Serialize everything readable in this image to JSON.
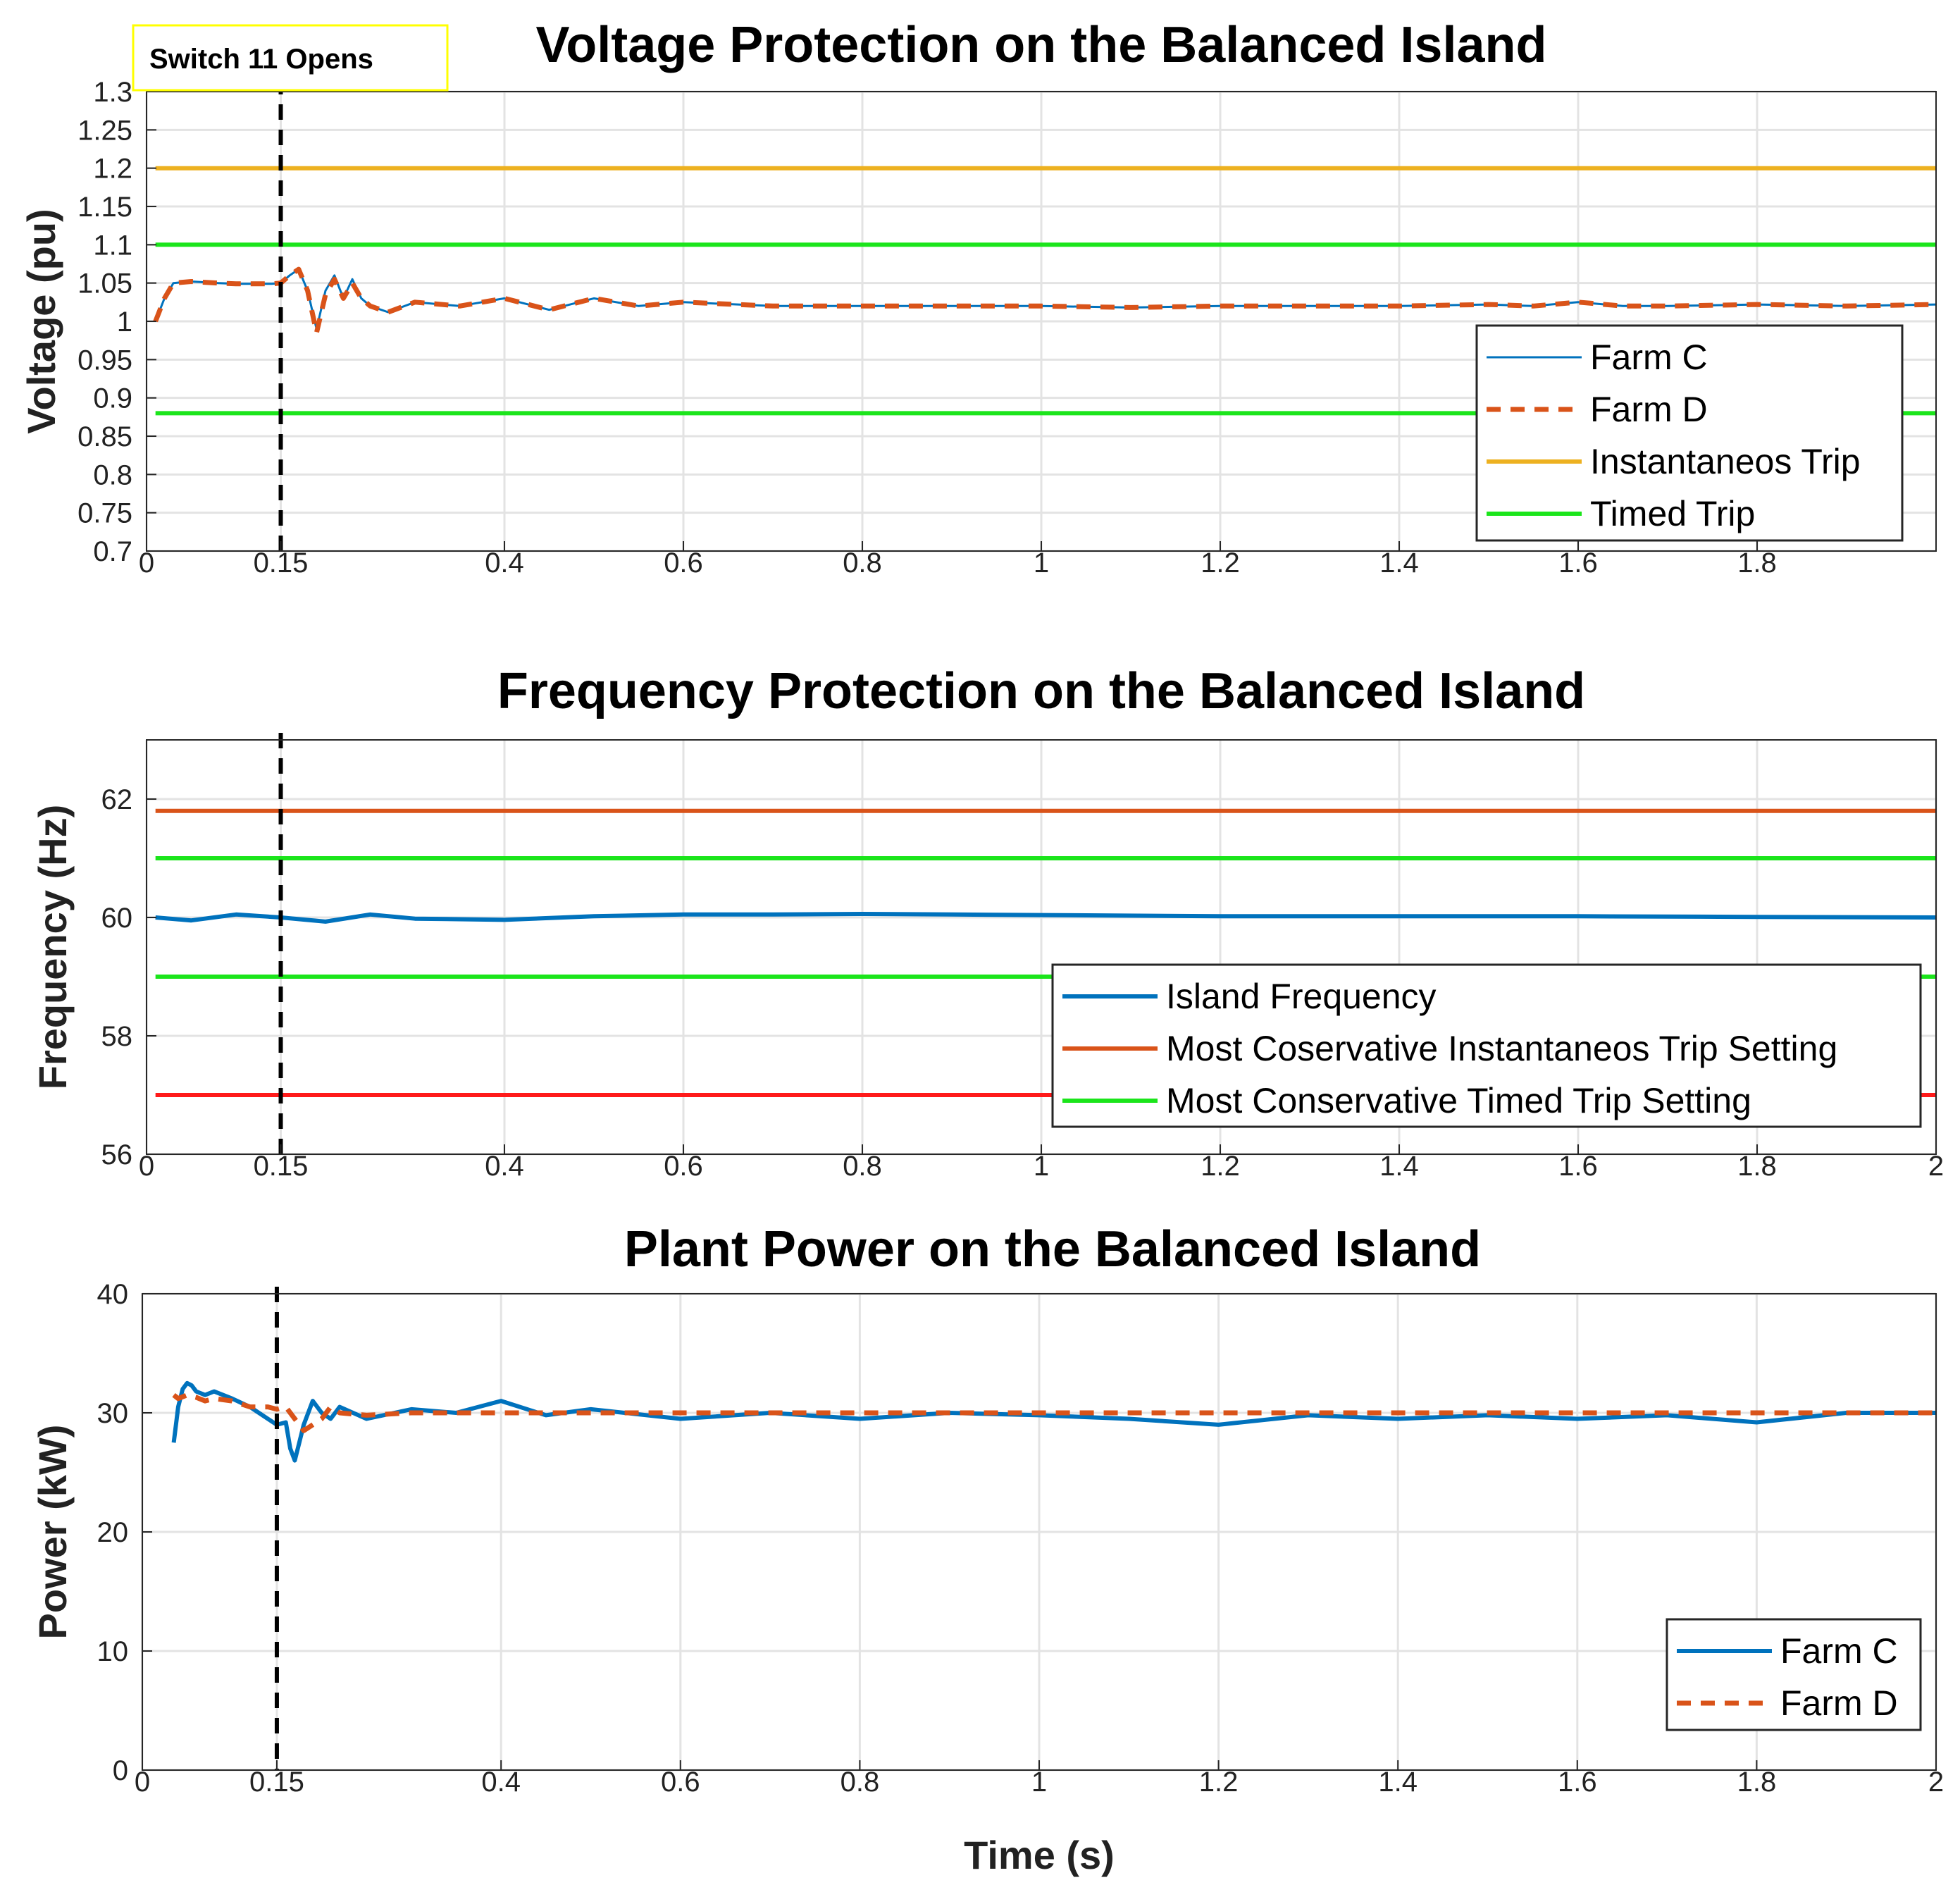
{
  "chart_data": [
    {
      "type": "line",
      "title": "Voltage Protection on the Balanced Island",
      "xlabel": "",
      "ylabel": "Voltage (pu)",
      "xlim": [
        0,
        2
      ],
      "ylim": [
        0.7,
        1.3
      ],
      "xticks": [
        0,
        0.15,
        0.4,
        0.6,
        0.8,
        1,
        1.2,
        1.4,
        1.6,
        1.8
      ],
      "xtick_labels": [
        "0",
        "0.15",
        "0.4",
        "0.6",
        "0.8",
        "1",
        "1.2",
        "1.4",
        "1.6",
        "1.8"
      ],
      "yticks": [
        0.7,
        0.75,
        0.8,
        0.85,
        0.9,
        0.95,
        1,
        1.05,
        1.1,
        1.15,
        1.2,
        1.25,
        1.3
      ],
      "ytick_labels": [
        "0.7",
        "0.75",
        "0.8",
        "0.85",
        "0.9",
        "0.95",
        "1",
        "1.05",
        "1.1",
        "1.15",
        "1.2",
        "1.25",
        "1.3"
      ],
      "grid": true,
      "legend_position": "right",
      "event_line": {
        "x": 0.15,
        "label": "Switch 11 Opens"
      },
      "series": [
        {
          "name": "Farm C",
          "style": "solid-thin",
          "color": "#0072BD",
          "x": [
            0.01,
            0.02,
            0.03,
            0.05,
            0.08,
            0.1,
            0.12,
            0.14,
            0.15,
            0.16,
            0.17,
            0.18,
            0.19,
            0.2,
            0.21,
            0.22,
            0.23,
            0.24,
            0.25,
            0.27,
            0.3,
            0.35,
            0.4,
            0.45,
            0.5,
            0.55,
            0.6,
            0.7,
            0.8,
            0.9,
            1.0,
            1.1,
            1.2,
            1.3,
            1.4,
            1.5,
            1.55,
            1.6,
            1.65,
            1.7,
            1.8,
            1.9,
            2.0
          ],
          "y": [
            1.0,
            1.03,
            1.05,
            1.052,
            1.05,
            1.049,
            1.049,
            1.049,
            1.05,
            1.06,
            1.068,
            1.04,
            0.99,
            1.04,
            1.06,
            1.03,
            1.055,
            1.03,
            1.02,
            1.012,
            1.025,
            1.02,
            1.03,
            1.015,
            1.03,
            1.02,
            1.025,
            1.02,
            1.02,
            1.02,
            1.02,
            1.018,
            1.02,
            1.02,
            1.02,
            1.022,
            1.02,
            1.025,
            1.02,
            1.02,
            1.022,
            1.02,
            1.022
          ]
        },
        {
          "name": "Farm D",
          "style": "dashed",
          "color": "#D95319",
          "x": [
            0.01,
            0.02,
            0.03,
            0.05,
            0.08,
            0.1,
            0.12,
            0.14,
            0.15,
            0.16,
            0.17,
            0.18,
            0.19,
            0.2,
            0.21,
            0.22,
            0.23,
            0.24,
            0.25,
            0.27,
            0.3,
            0.35,
            0.4,
            0.45,
            0.5,
            0.55,
            0.6,
            0.7,
            0.8,
            0.9,
            1.0,
            1.1,
            1.2,
            1.3,
            1.4,
            1.5,
            1.55,
            1.6,
            1.65,
            1.7,
            1.8,
            1.9,
            2.0
          ],
          "y": [
            1.0,
            1.03,
            1.05,
            1.052,
            1.05,
            1.049,
            1.049,
            1.049,
            1.05,
            1.06,
            1.068,
            1.04,
            0.985,
            1.035,
            1.055,
            1.03,
            1.05,
            1.03,
            1.02,
            1.012,
            1.025,
            1.02,
            1.03,
            1.015,
            1.03,
            1.02,
            1.025,
            1.02,
            1.02,
            1.02,
            1.02,
            1.018,
            1.02,
            1.02,
            1.02,
            1.022,
            1.02,
            1.025,
            1.02,
            1.02,
            1.022,
            1.02,
            1.022
          ]
        },
        {
          "name": "Instantaneos Trip",
          "style": "solid",
          "color": "#EDB120",
          "x": [
            0.01,
            2.0
          ],
          "y": [
            1.2,
            1.2
          ]
        },
        {
          "name": "Timed Trip",
          "style": "solid",
          "color": "#1BE51B",
          "x": [
            0.01,
            2.0
          ],
          "y": [
            1.1,
            1.1
          ]
        },
        {
          "name": "",
          "style": "solid",
          "color": "#1BE51B",
          "x": [
            0.01,
            2.0
          ],
          "y": [
            0.88,
            0.88
          ]
        }
      ]
    },
    {
      "type": "line",
      "title": "Frequency Protection on the Balanced Island",
      "xlabel": "",
      "ylabel": "Frequency (Hz)",
      "xlim": [
        0,
        2
      ],
      "ylim": [
        56,
        63
      ],
      "xticks": [
        0,
        0.15,
        0.4,
        0.6,
        0.8,
        1,
        1.2,
        1.4,
        1.6,
        1.8,
        2
      ],
      "xtick_labels": [
        "0",
        "0.15",
        "0.4",
        "0.6",
        "0.8",
        "1",
        "1.2",
        "1.4",
        "1.6",
        "1.8",
        "2"
      ],
      "yticks": [
        56,
        58,
        60,
        62
      ],
      "ytick_labels": [
        "56",
        "58",
        "60",
        "62"
      ],
      "grid": true,
      "legend_position": "lower-right",
      "event_line": {
        "x": 0.15
      },
      "series": [
        {
          "name": "Island Frequency",
          "style": "solid",
          "color": "#0072BD",
          "x": [
            0.01,
            0.05,
            0.1,
            0.15,
            0.2,
            0.25,
            0.3,
            0.35,
            0.4,
            0.5,
            0.6,
            0.7,
            0.8,
            0.9,
            1.0,
            1.2,
            1.4,
            1.6,
            1.8,
            2.0
          ],
          "y": [
            60.0,
            59.95,
            60.05,
            60.0,
            59.93,
            60.05,
            59.98,
            59.97,
            59.96,
            60.02,
            60.05,
            60.05,
            60.06,
            60.05,
            60.04,
            60.02,
            60.02,
            60.02,
            60.01,
            60.0
          ]
        },
        {
          "name": "Most Coservative Instantaneos Trip Setting",
          "style": "solid",
          "color": "#D95319",
          "x": [
            0.01,
            2.0
          ],
          "y": [
            61.8,
            61.8
          ]
        },
        {
          "name": "Most Conservative Timed Trip Setting",
          "style": "solid",
          "color": "#1BE51B",
          "x": [
            0.01,
            2.0
          ],
          "y": [
            61.0,
            61.0
          ]
        },
        {
          "name": "",
          "style": "solid",
          "color": "#1BE51B",
          "x": [
            0.01,
            2.0
          ],
          "y": [
            59.0,
            59.0
          ]
        },
        {
          "name": "",
          "style": "solid",
          "color": "#FF1A1A",
          "x": [
            0.01,
            2.0
          ],
          "y": [
            57.0,
            57.0
          ]
        }
      ]
    },
    {
      "type": "line",
      "title": "Plant Power on the Balanced Island",
      "xlabel": "Time (s)",
      "ylabel": "Power (kW)",
      "xlim": [
        0,
        2
      ],
      "ylim": [
        0,
        40
      ],
      "xticks": [
        0,
        0.15,
        0.4,
        0.6,
        0.8,
        1,
        1.2,
        1.4,
        1.6,
        1.8,
        2
      ],
      "xtick_labels": [
        "0",
        "0.15",
        "0.4",
        "0.6",
        "0.8",
        "1",
        "1.2",
        "1.4",
        "1.6",
        "1.8",
        "2"
      ],
      "yticks": [
        0,
        10,
        20,
        30,
        40
      ],
      "ytick_labels": [
        "0",
        "10",
        "20",
        "30",
        "40"
      ],
      "grid": true,
      "legend_position": "lower-right",
      "event_line": {
        "x": 0.15
      },
      "series": [
        {
          "name": "Farm C",
          "style": "solid",
          "color": "#0072BD",
          "x": [
            0.035,
            0.04,
            0.045,
            0.05,
            0.055,
            0.06,
            0.07,
            0.08,
            0.1,
            0.12,
            0.14,
            0.15,
            0.16,
            0.165,
            0.17,
            0.175,
            0.18,
            0.19,
            0.2,
            0.21,
            0.22,
            0.25,
            0.3,
            0.35,
            0.4,
            0.45,
            0.5,
            0.6,
            0.7,
            0.8,
            0.9,
            1.0,
            1.1,
            1.2,
            1.3,
            1.4,
            1.5,
            1.6,
            1.7,
            1.8,
            1.9,
            2.0
          ],
          "y": [
            27.5,
            30.5,
            32.0,
            32.5,
            32.3,
            31.8,
            31.5,
            31.8,
            31.2,
            30.5,
            29.5,
            29.0,
            29.2,
            27.0,
            26.0,
            27.5,
            29.0,
            31.0,
            30.0,
            29.5,
            30.5,
            29.5,
            30.3,
            30.0,
            31.0,
            29.8,
            30.3,
            29.5,
            30.0,
            29.5,
            30.0,
            29.8,
            29.5,
            29.0,
            29.8,
            29.5,
            29.8,
            29.5,
            29.8,
            29.2,
            30.0,
            30.0
          ]
        },
        {
          "name": "Farm D",
          "style": "dashed",
          "color": "#D95319",
          "x": [
            0.035,
            0.04,
            0.05,
            0.06,
            0.07,
            0.08,
            0.1,
            0.12,
            0.14,
            0.15,
            0.16,
            0.17,
            0.18,
            0.19,
            0.2,
            0.21,
            0.22,
            0.25,
            0.3,
            0.35,
            0.4,
            0.45,
            0.5,
            0.6,
            0.7,
            0.8,
            0.9,
            1.0,
            1.1,
            1.2,
            1.3,
            1.4,
            1.5,
            1.6,
            1.7,
            1.8,
            1.9,
            2.0
          ],
          "y": [
            31.5,
            31.2,
            31.5,
            31.3,
            31.0,
            31.2,
            31.0,
            30.5,
            30.5,
            30.3,
            30.5,
            29.5,
            28.5,
            29.0,
            29.5,
            30.5,
            30.0,
            29.8,
            30.0,
            30.0,
            30.0,
            30.0,
            30.0,
            30.0,
            30.0,
            30.0,
            30.0,
            30.0,
            30.0,
            30.0,
            30.0,
            30.0,
            30.0,
            30.0,
            30.0,
            30.0,
            30.0,
            30.0
          ]
        }
      ]
    }
  ]
}
